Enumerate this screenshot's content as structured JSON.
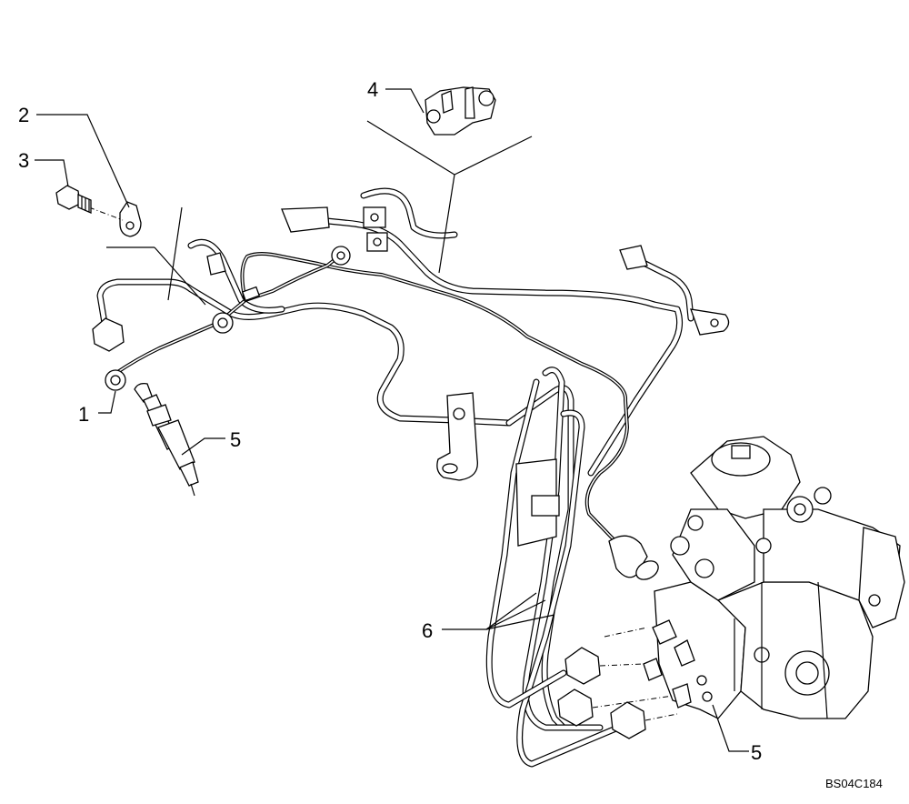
{
  "diagram": {
    "callouts": {
      "c1": "1",
      "c2": "2",
      "c3": "3",
      "c4": "4",
      "c5_injector": "5",
      "c5_pump": "5",
      "c6": "6"
    },
    "reference_code": "BS04C184"
  }
}
